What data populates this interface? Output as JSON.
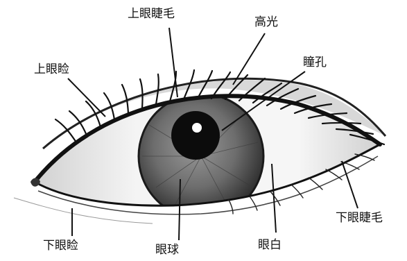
{
  "labels": {
    "upper_eyelash": "上眼睫毛",
    "highlight": "高光",
    "upper_eyelid": "上眼睑",
    "pupil": "瞳孔",
    "lower_eyelash": "下眼睫毛",
    "lower_eyelid": "下眼睑",
    "eyeball": "眼球",
    "sclera": "眼白"
  },
  "colors": {
    "ink": "#111111",
    "iris": "#6d6d6d",
    "sclera_shade": "#d9d9d9",
    "paper": "#ffffff"
  }
}
